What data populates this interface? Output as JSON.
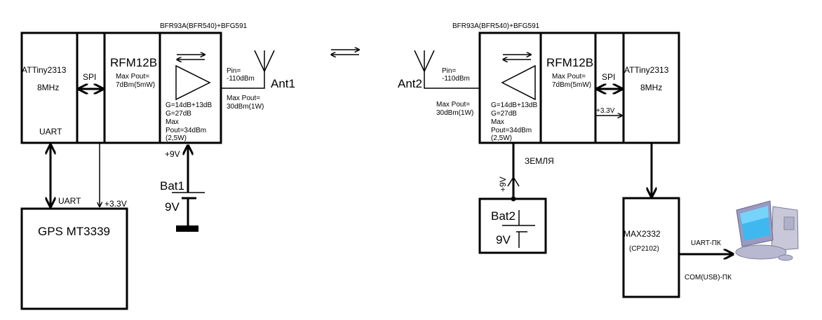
{
  "transmitter": {
    "mcu": {
      "name": "ATTiny2313",
      "clock": "8MHz",
      "port": "UART"
    },
    "bus": "SPI",
    "radio": {
      "name": "RFM12B",
      "pout_label": "Max Pout=",
      "pout_value": "7dBm(5mW)"
    },
    "amplifier": {
      "parts": "BFR93A(BFR540)+BFG591",
      "gain1": "G=14dB+13dB",
      "gain2": "G=27dB",
      "max": "Max",
      "pout": "Pout=34dBm",
      "pout_w": "(2,5W)"
    },
    "antenna": {
      "name": "Ant1",
      "pin_label": "Pin=",
      "pin_value": "-110dBm",
      "pout_label": "Max Pout=",
      "pout_value": "30dBm(1W)"
    },
    "power": {
      "name": "Bat1",
      "voltage": "9V",
      "rail": "+9V"
    },
    "gps": {
      "name": "GPS MT3339",
      "link": "UART",
      "supply": "+3.3V"
    }
  },
  "link_symbol": "bidirectional-arrows",
  "receiver": {
    "mcu": {
      "name": "ATTiny2313",
      "clock": "8MHz"
    },
    "bus": "SPI",
    "supply": "+3.3V",
    "radio": {
      "name": "RFM12B",
      "pout_label": "Max Pout=",
      "pout_value": "7dBm(5mW)"
    },
    "amplifier": {
      "parts": "BFR93A(BFR540)+BFG591",
      "gain1": "G=14dB+13dB",
      "gain2": "G=27dB",
      "max": "Max",
      "pout": "Pout=34dBm",
      "pout_w": "(2,5W)"
    },
    "antenna": {
      "name": "Ant2",
      "pin_label": "Pin=",
      "pin_value": "-110dBm",
      "pout_label": "Max Pout=",
      "pout_value": "30dBm(1W)"
    },
    "ground_label": "ЗЕМЛЯ",
    "power": {
      "name": "Bat2",
      "voltage": "9V",
      "rail": "+9V"
    },
    "converter": {
      "name": "MAX2332",
      "alt": "(CP2102)"
    },
    "pc_link": {
      "top": "UART-ПК",
      "bottom": "COM(USB)-ПК"
    },
    "pc_icon": "computer-icon"
  }
}
